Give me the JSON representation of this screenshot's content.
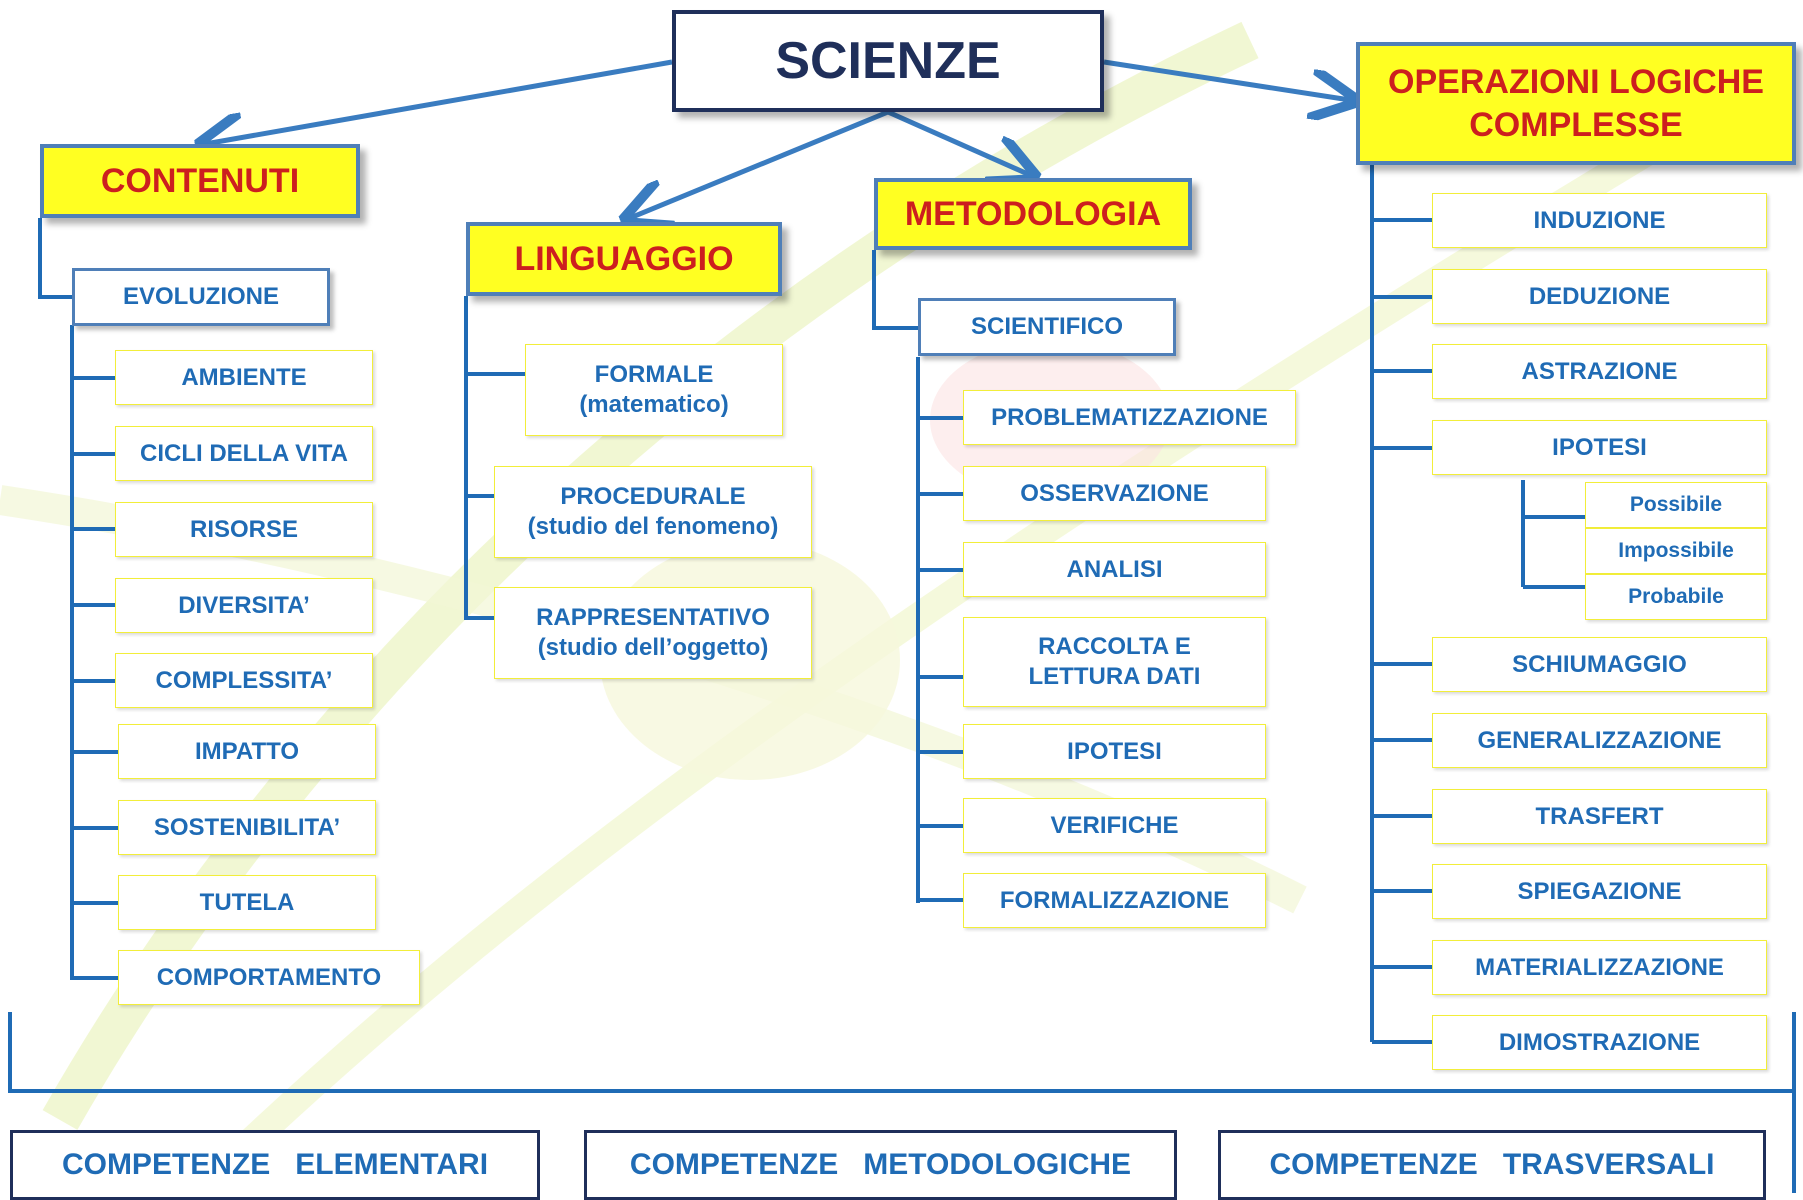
{
  "root": "SCIENZE",
  "contenuti": {
    "title": "CONTENUTI",
    "sub": "EVOLUZIONE",
    "items": [
      "AMBIENTE",
      "CICLI DELLA VITA",
      "RISORSE",
      "DIVERSITA’",
      "COMPLESSITA’",
      "IMPATTO",
      "SOSTENIBILITA’",
      "TUTELA",
      "COMPORTAMENTO"
    ]
  },
  "linguaggio": {
    "title": "LINGUAGGIO",
    "items": [
      {
        "line1": "FORMALE",
        "line2": "(matematico)"
      },
      {
        "line1": "PROCEDURALE",
        "line2": "(studio del fenomeno)"
      },
      {
        "line1": "RAPPRESENTATIVO",
        "line2": "(studio dell’oggetto)"
      }
    ]
  },
  "metodologia": {
    "title": "METODOLOGIA",
    "sub": "SCIENTIFICO",
    "items": [
      {
        "line1": "PROBLEMATIZZAZIONE"
      },
      {
        "line1": "OSSERVAZIONE"
      },
      {
        "line1": "ANALISI"
      },
      {
        "line1": "RACCOLTA E",
        "line2": "LETTURA DATI"
      },
      {
        "line1": "IPOTESI"
      },
      {
        "line1": "VERIFICHE"
      },
      {
        "line1": "FORMALIZZAZIONE"
      }
    ]
  },
  "operazioni": {
    "title_line1": "OPERAZIONI LOGICHE",
    "title_line2": "COMPLESSE",
    "items": [
      "INDUZIONE",
      "DEDUZIONE",
      "ASTRAZIONE",
      "IPOTESI",
      "SCHIUMAGGIO",
      "GENERALIZZAZIONE",
      "TRASFERT",
      "SPIEGAZIONE",
      "MATERIALIZZAZIONE",
      "DIMOSTRAZIONE"
    ],
    "ipotesi_sub": [
      "Possibile",
      "Impossibile",
      "Probabile"
    ]
  },
  "competenze": [
    "COMPETENZE   ELEMENTARI",
    "COMPETENZE   METODOLOGICHE",
    "COMPETENZE   TRASVERSALI"
  ],
  "colors": {
    "line": "#1f6bb5",
    "arrow": "#3a7cc0",
    "heading_fill": "#ffff22",
    "heading_text": "#cc1f1f",
    "item_text": "#1f6bb5",
    "root_border": "#1f2f5a"
  }
}
